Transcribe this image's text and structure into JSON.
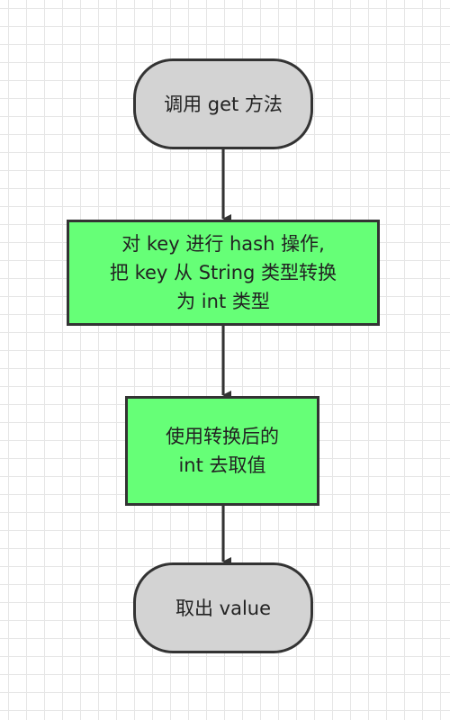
{
  "flowchart": {
    "start": {
      "label": "调用 get 方法"
    },
    "step1": {
      "lines": [
        "对 key 进行 hash 操作,",
        "把 key 从 String 类型转换",
        "为 int 类型"
      ]
    },
    "step2": {
      "lines": [
        "使用转换后的",
        "int 去取值"
      ]
    },
    "end": {
      "label": "取出 value"
    }
  },
  "colors": {
    "terminal_fill": "#d3d3d3",
    "process_fill": "#66ff77",
    "stroke": "#333333",
    "grid": "#e6e6e6"
  }
}
